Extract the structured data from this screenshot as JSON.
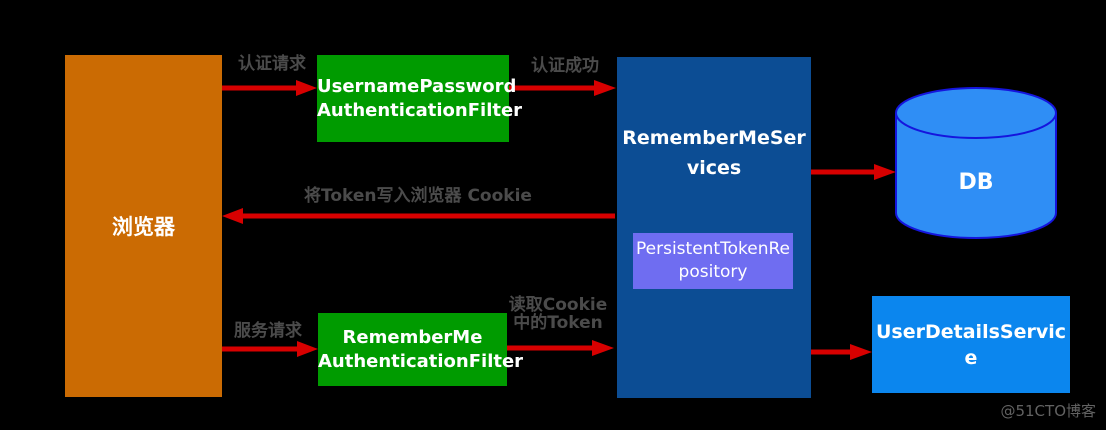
{
  "colors": {
    "background": "#000000",
    "arrow": "#d70000",
    "edge_label": "#4b4b4b",
    "watermark": "#626262",
    "node_text": "#ffffff"
  },
  "nodes": {
    "browser": {
      "label": "浏览器",
      "color": "#cb6b03"
    },
    "username_password_filter": {
      "lines": [
        "UsernamePassword",
        "AuthenticationFilter"
      ],
      "color": "#009b00"
    },
    "remember_me_services": {
      "lines": [
        "RememberMeSer",
        "vices"
      ],
      "color": "#0c4d94"
    },
    "persistent_token_repository": {
      "lines": [
        "PersistentTokenRe",
        "pository"
      ],
      "color": "#6f6df1"
    },
    "remember_me_filter": {
      "lines": [
        "RememberMe",
        "AuthenticationFilter"
      ],
      "color": "#009b00"
    },
    "user_details_service": {
      "lines": [
        "UserDetailsServic",
        "e"
      ],
      "color": "#0b86ee"
    },
    "db": {
      "label": "DB",
      "fill": "#2f8ef5",
      "stroke": "#1515dd"
    }
  },
  "edges": {
    "auth_request": {
      "label": "认证请求"
    },
    "auth_success": {
      "label": "认证成功"
    },
    "write_token_cookie": {
      "label": "将Token写入浏览器 Cookie"
    },
    "service_request": {
      "label": "服务请求"
    },
    "read_cookie_token": {
      "lines": [
        "读取Cookie",
        "中的Token"
      ]
    }
  },
  "watermark": "@51CTO博客"
}
